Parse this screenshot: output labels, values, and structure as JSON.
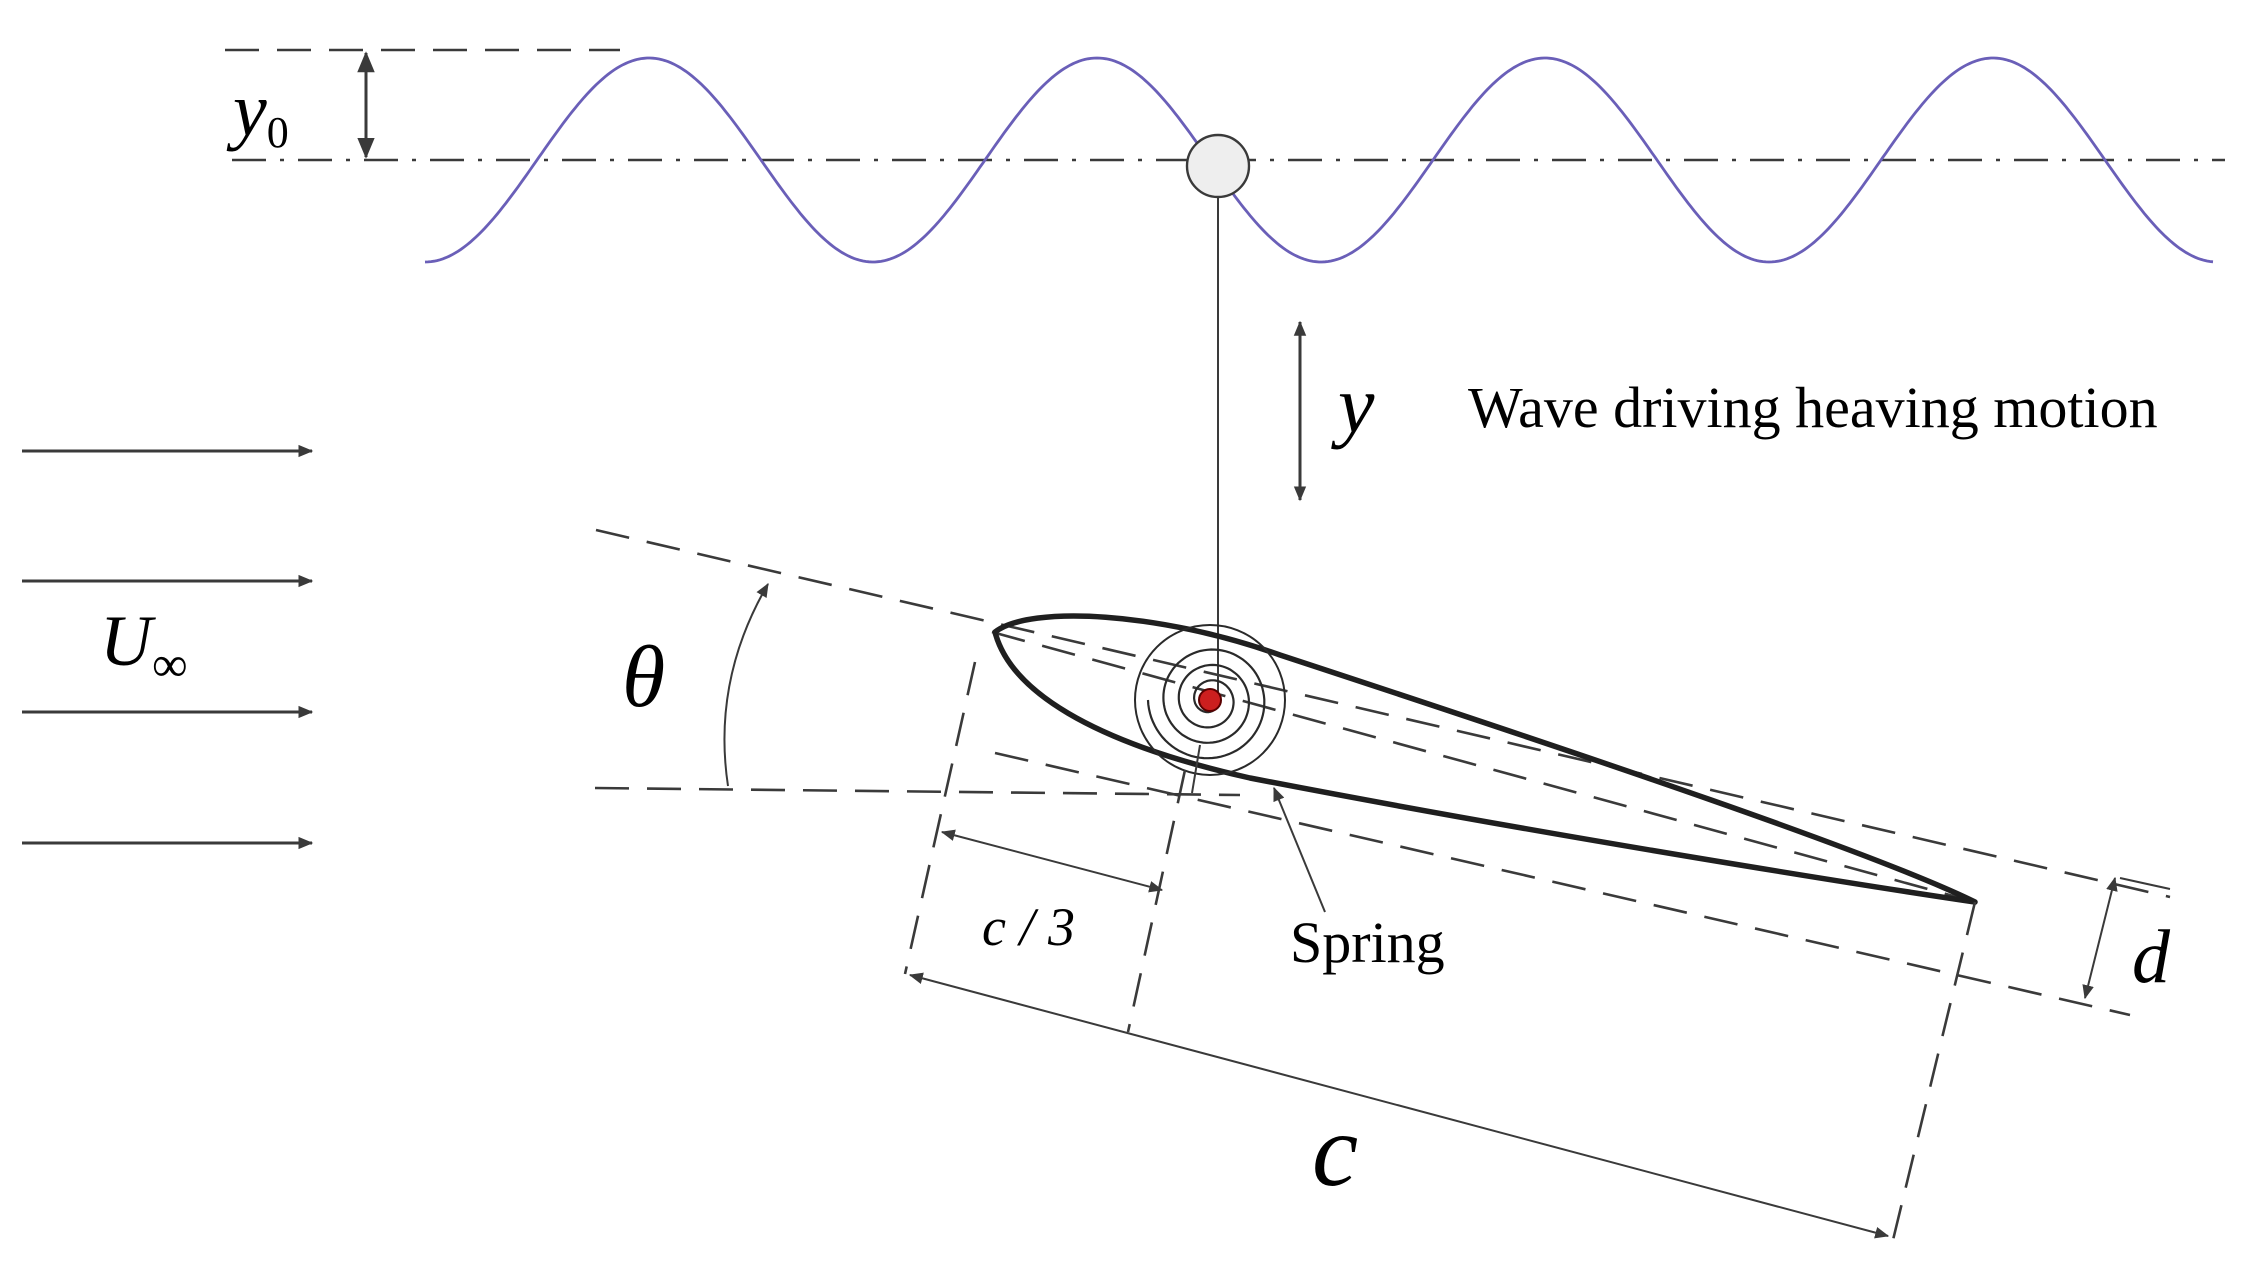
{
  "labels": {
    "wave_amplitude_symbol": "y",
    "wave_amplitude_subscript": "0",
    "heave_symbol": "y",
    "heave_description": "Wave driving heaving motion",
    "freestream_symbol": "U",
    "freestream_subscript": "∞",
    "pitch_angle_symbol": "θ",
    "pivot_offset_label": "c / 3",
    "spring_label": "Spring",
    "thickness_symbol": "d",
    "chord_symbol": "c"
  },
  "colors": {
    "line": "#3a3a3a",
    "wave": "#6a5fb8",
    "pivot": "#cc1f1f",
    "float_fill": "#eeeeee"
  },
  "icons": {
    "freestream_arrows": "right-arrow-icon",
    "heave_arrow": "double-vertical-arrow-icon"
  }
}
